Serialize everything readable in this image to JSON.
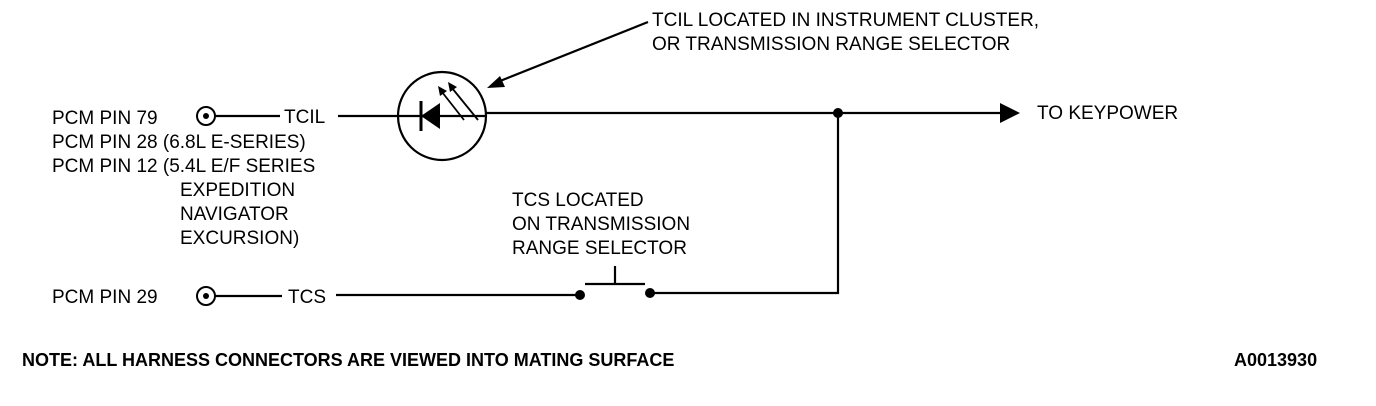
{
  "callouts": {
    "tcil_location": [
      "TCIL LOCATED IN INSTRUMENT CLUSTER,",
      "OR TRANSMISSION RANGE SELECTOR"
    ],
    "tcs_location": [
      "TCS LOCATED",
      "ON TRANSMISSION",
      "RANGE SELECTOR"
    ]
  },
  "pins": {
    "tcil_pins": [
      "PCM PIN 79",
      "PCM PIN 28 (6.8L E-SERIES)",
      "PCM PIN 12 (5.4L E/F SERIES",
      "EXPEDITION",
      "NAVIGATOR",
      "EXCURSION)"
    ],
    "tcs_pin": "PCM PIN 29"
  },
  "wires": {
    "tcil": "TCIL",
    "tcs": "TCS",
    "keypower": "TO KEYPOWER"
  },
  "footer": {
    "note": "NOTE:  ALL HARNESS CONNECTORS ARE VIEWED INTO MATING SURFACE",
    "figure_id": "A0013930"
  }
}
